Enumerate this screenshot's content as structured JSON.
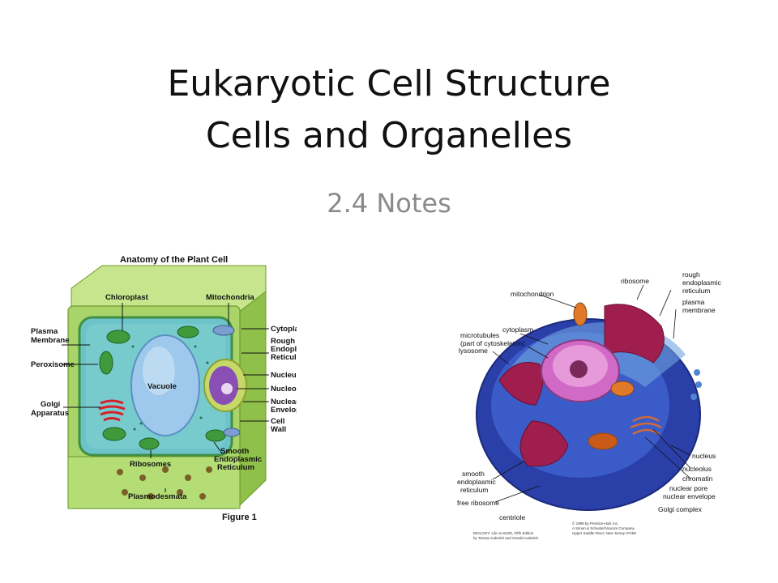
{
  "slide": {
    "title_line1": "Eukaryotic Cell Structure",
    "title_line2": "Cells and Organelles",
    "subtitle": "2.4 Notes"
  },
  "plant_cell": {
    "heading": "Anatomy of the Plant Cell",
    "figure_label": "Figure 1",
    "labels": {
      "chloroplast": "Chloroplast",
      "mitochondria": "Mitochondria",
      "plasma1": "Plasma",
      "plasma2": "Membrane",
      "peroxisome": "Peroxisome",
      "golgi1": "Golgi",
      "golgi2": "Apparatus",
      "vacuole": "Vacuole",
      "cytoplasm": "Cytoplasm",
      "rough1": "Rough",
      "rough2": "Endoplasmic",
      "rough3": "Reticulum",
      "nucleus": "Nucleus",
      "nucleolus": "Nucleolus",
      "nuclear1": "Nuclear",
      "nuclear2": "Envelope",
      "cellwall1": "Cell",
      "cellwall2": "Wall",
      "ribosomes": "Ribosomes",
      "smooth1": "Smooth",
      "smooth2": "Endoplasmic",
      "smooth3": "Reticulum",
      "plasmodesmata": "Plasmodesmata"
    }
  },
  "animal_cell": {
    "labels": {
      "ribosome": "ribosome",
      "rough1": "rough",
      "rough2": "endoplasmic",
      "rough3": "reticulum",
      "plasma1": "plasma",
      "plasma2": "membrane",
      "mitochondrion": "mitochondrion",
      "cytoplasm": "cytoplasm",
      "micro1": "microtubules",
      "micro2": "(part of cytoskeleton)",
      "lysosome": "lysosome",
      "nucleus": "nucleus",
      "nucleolus": "nucleolus",
      "chromatin": "chromatin",
      "nuclear_pore": "nuclear pore",
      "nuclear_envelope": "nuclear envelope",
      "golgi": "Golgi complex",
      "smooth1": "smooth",
      "smooth2": "endoplasmic",
      "smooth3": "reticulum",
      "free_ribosome": "free ribosome",
      "centriole": "centriole"
    },
    "credits": {
      "left1": "BIOLOGY: Life on Earth, Fifth Edition",
      "left2": "by Teresa Audesirk and Gerald Audesirk",
      "right1": "© 1999 by Prentice-Hall, Inc.",
      "right2": "A Simon & Schuster/Viacom Company",
      "right3": "Upper Saddle River, New Jersey 07458"
    }
  },
  "colors": {
    "plant_wall": "#a8d46a",
    "plant_interior": "#6cc3c9",
    "chloroplast": "#3f9a3c",
    "vacuole": "#9ec9ec",
    "nucleus": "#8a4fb4",
    "golgi_red": "#d8202a",
    "animal_cytoplasm": "#2a3fa8",
    "animal_nucleus": "#d06ac6",
    "animal_er": "#a01e4e"
  }
}
